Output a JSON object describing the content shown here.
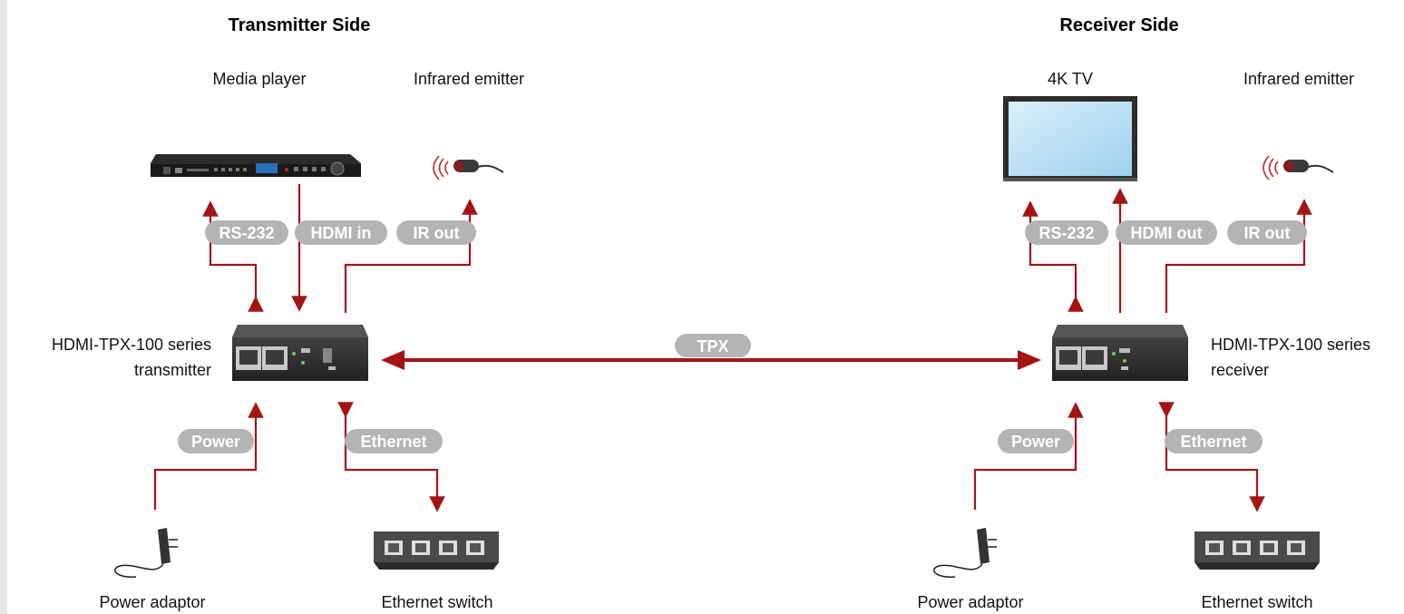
{
  "transmitter": {
    "title": "Transmitter Side",
    "media_player": "Media player",
    "ir_emitter": "Infrared emitter",
    "device_line1": "HDMI-TPX-100 series",
    "device_line2": "transmitter",
    "power_adaptor": "Power adaptor",
    "ethernet_switch": "Ethernet switch",
    "tags": {
      "rs232": "RS-232",
      "hdmi": "HDMI in",
      "ir": "IR out",
      "power": "Power",
      "ethernet": "Ethernet"
    }
  },
  "receiver": {
    "title": "Receiver Side",
    "tv": "4K TV",
    "ir_emitter": "Infrared emitter",
    "device_line1": "HDMI-TPX-100 series",
    "device_line2": "receiver",
    "power_adaptor": "Power adaptor",
    "ethernet_switch": "Ethernet switch",
    "tags": {
      "rs232": "RS-232",
      "hdmi": "HDMI out",
      "ir": "IR out",
      "power": "Power",
      "ethernet": "Ethernet"
    }
  },
  "link": {
    "tpx": "TPX"
  },
  "colors": {
    "wire": "#a31515",
    "pill": "#b4b4b4",
    "device": "#2d2d2d",
    "screen": "#bfe3f7"
  },
  "icons": [
    "media-player-icon",
    "infrared-emitter-icon",
    "tv-icon",
    "extender-device-icon",
    "power-adaptor-icon",
    "ethernet-switch-icon"
  ]
}
